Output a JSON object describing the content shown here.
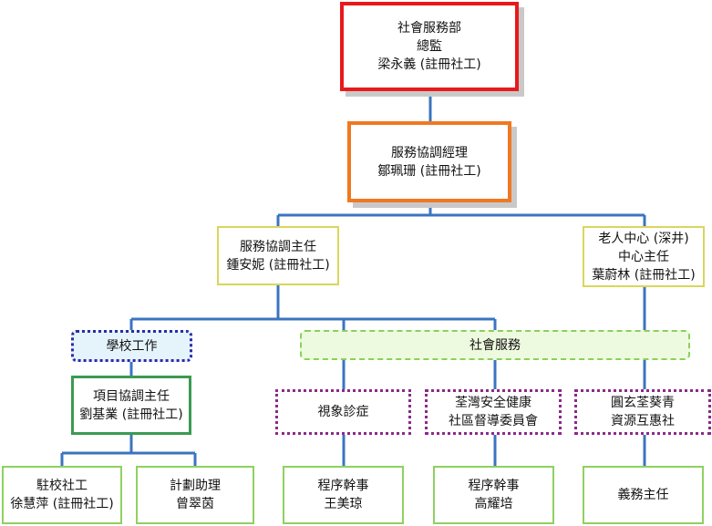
{
  "colors": {
    "director_border": "#e8191b",
    "manager_border": "#f07822",
    "yellow_border": "#d9d65c",
    "group_blue_border": "#2b2ba6",
    "group_blue_fill": "#e5f3fb",
    "group_green_border": "#8bd05a",
    "group_green_fill": "#eefadf",
    "purple_border": "#8a2a8a",
    "green_border": "#3c9a52",
    "light_green_border": "#8fd160",
    "connector": "#3b74c0"
  },
  "org": {
    "director": {
      "line1": "社會服務部",
      "line2": "總監",
      "line3": "梁永義 (註冊社工)"
    },
    "manager": {
      "line1": "服務協調經理",
      "line2": "鄒珮珊 (註冊社工)"
    },
    "coordinator": {
      "line1": "服務協調主任",
      "line2": "鍾安妮 (註冊社工)"
    },
    "elderly_centre": {
      "line1": "老人中心 (深井)",
      "line2": "中心主任",
      "line3": "葉蔚林 (註冊社工)"
    },
    "school_group": {
      "label": "學校工作"
    },
    "social_group": {
      "label": "社會服務"
    },
    "project_coordinator": {
      "line1": "項目協調主任",
      "line2": "劉基業 (註冊社工)"
    },
    "vision": {
      "line1": "視象診症"
    },
    "tsuen_wan": {
      "line1": "荃灣安全健康",
      "line2": "社區督導委員會"
    },
    "yuen_hin": {
      "line1": "圓玄荃葵青",
      "line2": "資源互惠社"
    },
    "school_sw": {
      "line1": "駐校社工",
      "line2": "徐慧萍 (註冊社工)"
    },
    "project_assistant": {
      "line1": "計劃助理",
      "line2": "曾翠茵"
    },
    "programme_wong": {
      "line1": "程序幹事",
      "line2": "王美琼"
    },
    "programme_ko": {
      "line1": "程序幹事",
      "line2": "高耀培"
    },
    "volunteer_head": {
      "line1": "義務主任"
    }
  }
}
